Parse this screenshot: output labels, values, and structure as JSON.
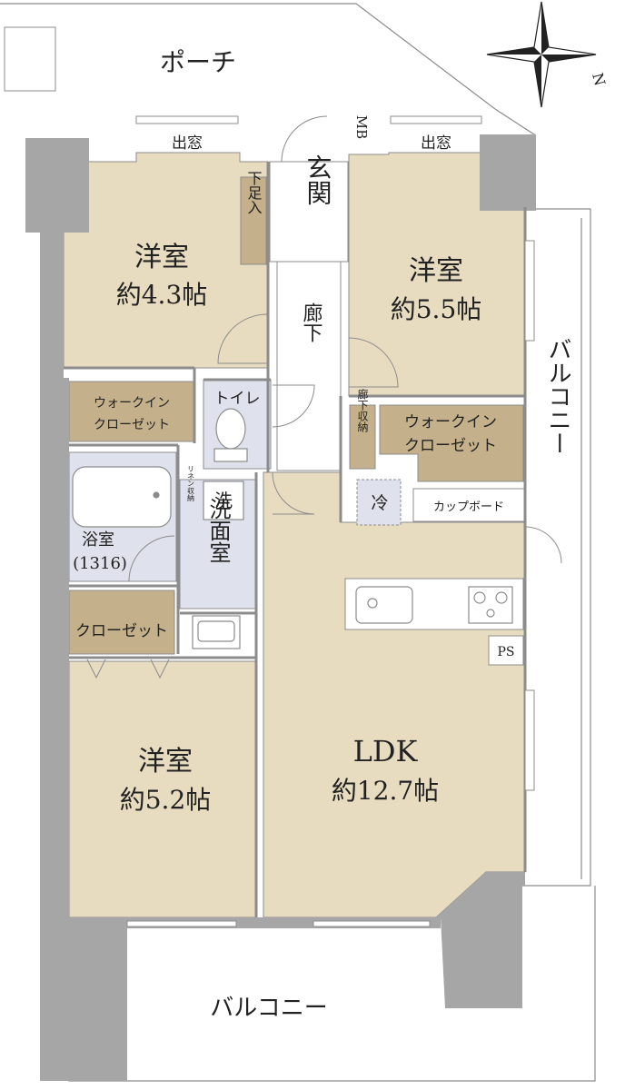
{
  "colors": {
    "room": "#e8dcc0",
    "storage": "#c4b08a",
    "wet": "#dfe2ec",
    "wall": "#a6a6a6",
    "outline": "#8c8c8c",
    "text": "#222222"
  },
  "compass": {
    "north_label": "N"
  },
  "labels": {
    "porch": "ポーチ",
    "bay_window_left": "出窓",
    "bay_window_right": "出窓",
    "mb": "MB",
    "entrance": "玄関",
    "shoe_storage": "下足入",
    "hallway": "廊下",
    "hall_storage": "廊下収納",
    "western_room_nw": {
      "name": "洋室",
      "size": "約4.3帖"
    },
    "western_room_ne": {
      "name": "洋室",
      "size": "約5.5帖"
    },
    "western_room_sw": {
      "name": "洋室",
      "size": "約5.2帖"
    },
    "walk_in_closet_left": {
      "line1": "ウォークイン",
      "line2": "クローゼット"
    },
    "walk_in_closet_right": {
      "line1": "ウォークイン",
      "line2": "クローゼット"
    },
    "toilet": "トイレ",
    "linen_storage": "リネン収納",
    "washer": "洗",
    "washroom": "洗面室",
    "bathroom": {
      "name": "浴室",
      "size": "(1316)"
    },
    "closet": "クローゼット",
    "fridge": "冷",
    "cupboard": "カップボード",
    "ps": "PS",
    "ldk": {
      "name": "LDK",
      "size": "約12.7帖"
    },
    "balcony_south": "バルコニー",
    "balcony_east": "バルコニー"
  }
}
